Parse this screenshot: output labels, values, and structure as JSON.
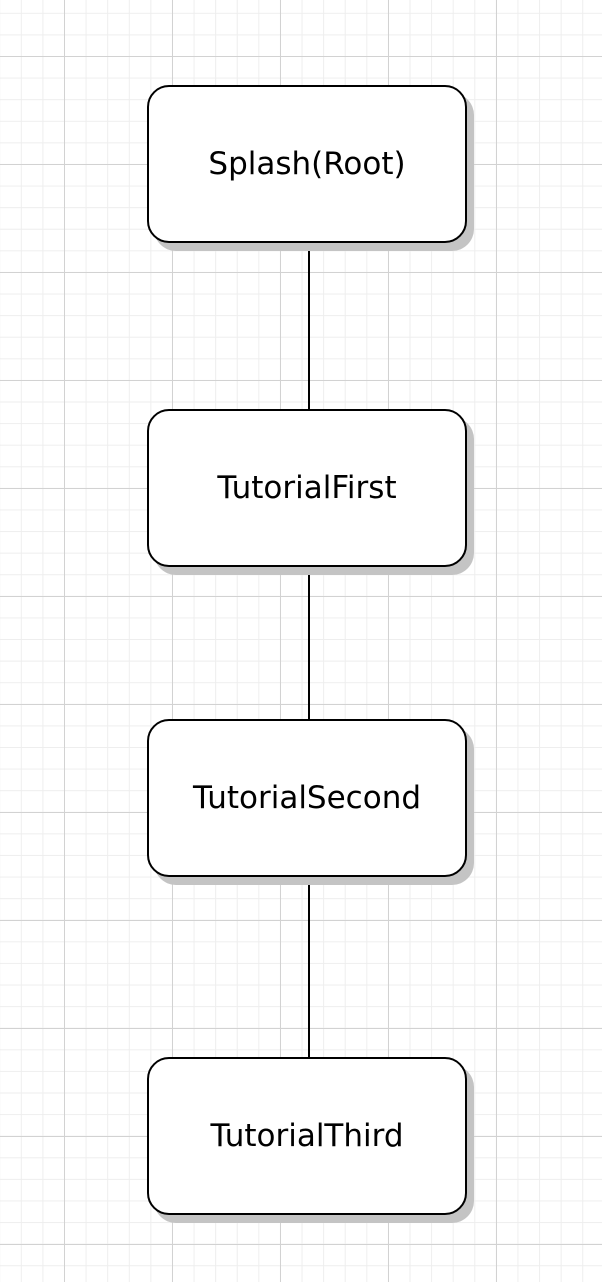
{
  "diagram": {
    "nodes": [
      {
        "id": "splash",
        "label": "Splash(Root)"
      },
      {
        "id": "tutorial-first",
        "label": "TutorialFirst"
      },
      {
        "id": "tutorial-second",
        "label": "TutorialSecond"
      },
      {
        "id": "tutorial-third",
        "label": "TutorialThird"
      }
    ],
    "edges": [
      {
        "from": "splash",
        "to": "tutorial-first"
      },
      {
        "from": "tutorial-first",
        "to": "tutorial-second"
      },
      {
        "from": "tutorial-second",
        "to": "tutorial-third"
      }
    ],
    "colors": {
      "stroke": "#000000",
      "fill": "#ffffff",
      "shadow": "#c4c4c4",
      "grid_major": "#d2d2d2",
      "grid_minor": "#eeeeee"
    }
  }
}
